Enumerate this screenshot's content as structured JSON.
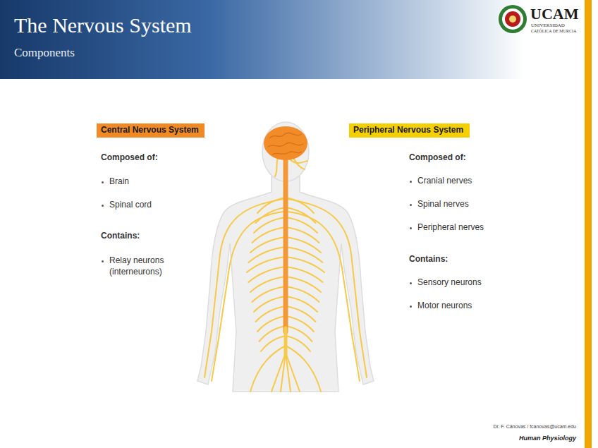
{
  "diagram": {
    "title": "The Nervous System",
    "nodes": [
      {
        "text": [
          "Central Nervous System"
        ]
      },
      {
        "text": [
          "Peripheral Nervous System"
        ]
      }
    ],
    "labels": [
      "Components",
      "UCAM",
      "UNIVERSIDAD",
      "CATÓLICA DE MURCIA",
      "Composed of:",
      "Brain",
      "Spinal cord",
      "Contains:",
      "Relay neurons (interneurons)",
      "Composed of:",
      "Cranial nerves",
      "Spinal nerves",
      "Peripheral nerves",
      "Contains:",
      "Sensory neurons",
      "Motor neurons",
      "Dr. F. Cánovas / fcanovas@ucam.edu",
      "Human Physiology"
    ]
  }
}
